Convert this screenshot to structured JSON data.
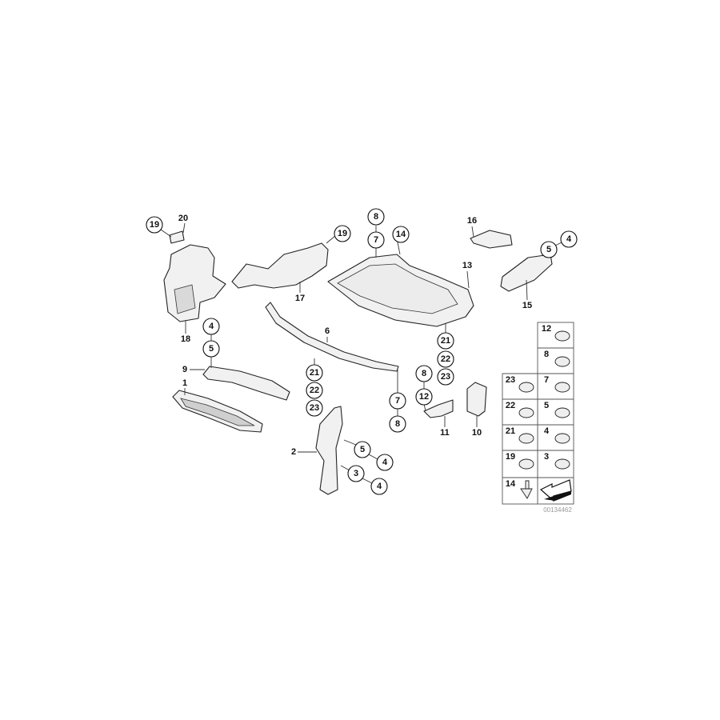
{
  "diagram": {
    "plain_labels": [
      "20",
      "18",
      "17",
      "16",
      "13",
      "15",
      "6",
      "9",
      "1",
      "2",
      "11",
      "10"
    ],
    "callouts": [
      "19",
      "19",
      "8",
      "7",
      "14",
      "5",
      "4",
      "4",
      "5",
      "21",
      "22",
      "23",
      "21",
      "22",
      "23",
      "8",
      "12",
      "7",
      "8",
      "5",
      "4",
      "3",
      "4"
    ],
    "legend": {
      "cells": [
        "12",
        "8",
        "23",
        "7",
        "22",
        "5",
        "21",
        "4",
        "19",
        "3",
        "14"
      ],
      "drawing_number": "00134462"
    }
  }
}
